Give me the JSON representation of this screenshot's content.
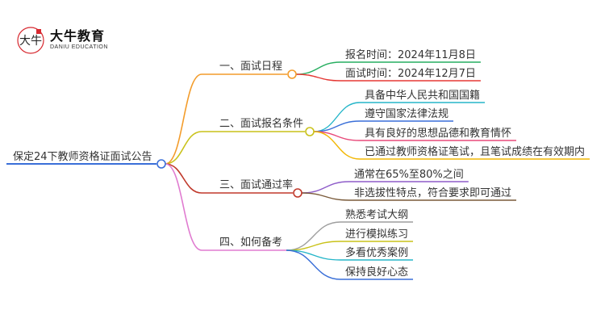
{
  "logo": {
    "name_cn": "大牛教育",
    "name_en": "DANIU EDUCATION",
    "mark_cn": "大牛"
  },
  "root": {
    "label": "保定24下教师资格证面试公告"
  },
  "branches": [
    {
      "label": "一、面试日程",
      "color": "#f39c2b",
      "children": [
        {
          "label": "报名时间：2024年11月8日",
          "color": "#27ae60"
        },
        {
          "label": "面试时间：2024年12月7日",
          "color": "#e53935"
        }
      ]
    },
    {
      "label": "二、面试报名条件",
      "color": "#c9c21a",
      "children": [
        {
          "label": "具备中华人民共和国国籍",
          "color": "#26b6c9"
        },
        {
          "label": "遵守国家法律法规",
          "color": "#3a6fd8"
        },
        {
          "label": "具有良好的思想品德和教育情怀",
          "color": "#e84a7a"
        },
        {
          "label": "已通过教师资格证笔试，且笔试成绩在有效期内",
          "color": "#f2b705"
        }
      ]
    },
    {
      "label": "三、面试通过率",
      "color": "#c0392b",
      "children": [
        {
          "label": "通常在65%至80%之间",
          "color": "#8e5cc9"
        },
        {
          "label": "非选拔性特点，符合要求即可通过",
          "color": "#7a5a3a"
        }
      ]
    },
    {
      "label": "四、如何备考",
      "color": "#e07bd0",
      "children": [
        {
          "label": "熟悉考试大纲",
          "color": "#9e9e9e"
        },
        {
          "label": "进行模拟练习",
          "color": "#c9c21a"
        },
        {
          "label": "多看优秀案例",
          "color": "#26b6c9"
        },
        {
          "label": "保持良好心态",
          "color": "#3a6fd8"
        }
      ]
    }
  ],
  "root_line_color": "#3a6fd8"
}
